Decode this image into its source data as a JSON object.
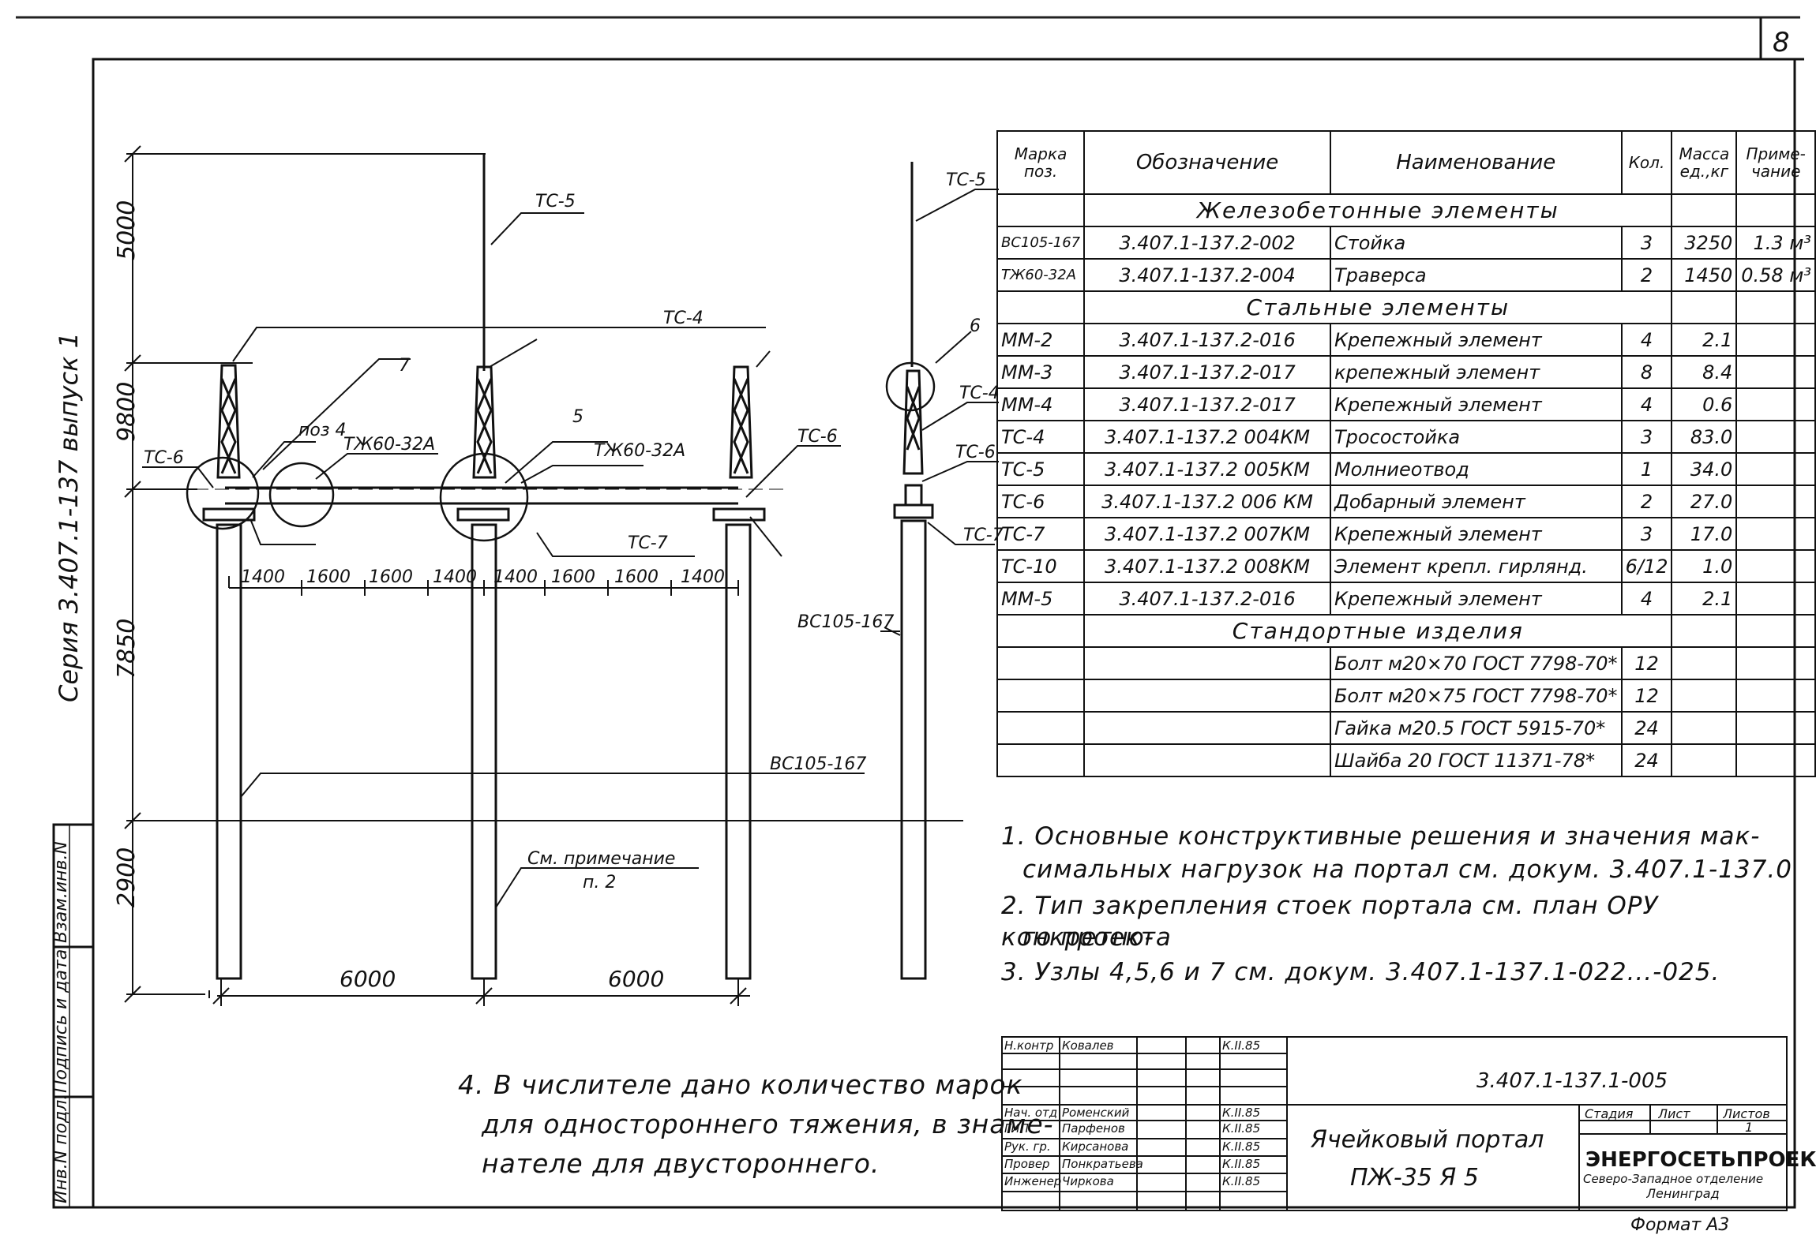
{
  "sheet_number": "8",
  "series_label": "Серия  3.407.1-137 выпуск 1",
  "side_stamp": [
    "Инв.N подл.",
    "Подпись и дата",
    "Взам.инв.N"
  ],
  "dimensions": {
    "vertical": [
      "5000",
      "9800",
      "7850",
      "2900"
    ],
    "spans": [
      "6000",
      "6000"
    ],
    "spacing": [
      "1400",
      "1600",
      "1600",
      "1400",
      "1400",
      "1600",
      "1600",
      "1400"
    ]
  },
  "callouts": {
    "tc5_front": "ТС-5",
    "tc4_front": "ТС-4",
    "node7": "7",
    "node5": "5",
    "pos4": "поз 4",
    "beam_left": "ТЖ60-32А",
    "beam_right": "ТЖ60-32А",
    "tc6_left": "ТС-6",
    "tc6_right": "ТС-6",
    "tc7_front": "ТС-7",
    "bc_front": "ВС105-167",
    "see_note": "См. примечание",
    "see_note_p": "п. 2",
    "tc5_side": "ТС-5",
    "node6": "6",
    "tc4_side": "ТС-4",
    "tc6_side": "ТС-6",
    "tc7_side": "ТС-7",
    "bc_side": "ВС105-167"
  },
  "spec_table": {
    "headers": [
      "Марка поз.",
      "Обозначение",
      "Наименование",
      "Кол.",
      "Масса ед.,кг",
      "Приме-чание"
    ],
    "groups": {
      "concrete": "Железобетонные элементы",
      "steel": "Стальные элементы",
      "standard": "Стандортные изделия"
    },
    "concrete_rows": [
      [
        "ВС105-167",
        "3.407.1-137.2-002",
        "Стойка",
        "3",
        "3250",
        "1.3 м³"
      ],
      [
        "ТЖ60-32А",
        "3.407.1-137.2-004",
        "Траверса",
        "2",
        "1450",
        "0.58 м³"
      ]
    ],
    "steel_rows": [
      [
        "ММ-2",
        "3.407.1-137.2-016",
        "Крепежный элемент",
        "4",
        "2.1",
        ""
      ],
      [
        "ММ-3",
        "3.407.1-137.2-017",
        "крепежный элемент",
        "8",
        "8.4",
        ""
      ],
      [
        "ММ-4",
        "3.407.1-137.2-017",
        "Крепежный элемент",
        "4",
        "0.6",
        ""
      ],
      [
        "ТС-4",
        "3.407.1-137.2 004КМ",
        "Тросостойка",
        "3",
        "83.0",
        ""
      ],
      [
        "ТС-5",
        "3.407.1-137.2 005КМ",
        "Молниеотвод",
        "1",
        "34.0",
        ""
      ],
      [
        "ТС-6",
        "3.407.1-137.2 006 КМ",
        "Добарный элемент",
        "2",
        "27.0",
        ""
      ],
      [
        "ТС-7",
        "3.407.1-137.2 007КМ",
        "Крепежный элемент",
        "3",
        "17.0",
        ""
      ],
      [
        "ТС-10",
        "3.407.1-137.2 008КМ",
        "Элемент крепл. гирлянд.",
        "6/12",
        "1.0",
        ""
      ],
      [
        "ММ-5",
        "3.407.1-137.2-016",
        "Крепежный элемент",
        "4",
        "2.1",
        ""
      ]
    ],
    "standard_rows": [
      [
        "",
        "",
        "Болт м20×70 ГОСТ 7798-70*",
        "12",
        "",
        ""
      ],
      [
        "",
        "",
        "Болт м20×75 ГОСТ 7798-70*",
        "12",
        "",
        ""
      ],
      [
        "",
        "",
        "Гайка м20.5 ГОСТ 5915-70*",
        "24",
        "",
        ""
      ],
      [
        "",
        "",
        "Шайба 20 ГОСТ 11371-78*",
        "24",
        "",
        ""
      ]
    ]
  },
  "notes": {
    "n1a": "1. Основные конструктивные решения и значения мак-",
    "n1b": "симальных нагрузок на портал см. докум. 3.407.1-137.0",
    "n2a": "2. Тип закрепления стоек портала см. план ОРУ конкретно-",
    "n2b": "го проекта",
    "n3": "3. Узлы 4,5,6 и 7 см. докум. 3.407.1-137.1-022...-025.",
    "n4a": "4. В числителе дано количество марок",
    "n4b": "для одностороннего тяжения, в знаме-",
    "n4c": "нателе для двустороннего."
  },
  "stamp": {
    "doc_code": "3.407.1-137.1-005",
    "title_1": "Ячейковый портал",
    "title_2": "ПЖ-35 Я 5",
    "stage": "Стадия",
    "sheet": "Лист",
    "sheets": "Листов",
    "sheets_value": "1",
    "org_1": "ЭНЕРГОСЕТЬПРОЕКТ",
    "org_2": "Северо-Западное отделение",
    "org_3": "Ленинград",
    "format": "Формат А3",
    "people": [
      {
        "role": "Н.контр",
        "name": "Ковалев",
        "date": "К.II.85"
      },
      {
        "role": "Нач. отд",
        "name": "Роменский",
        "date": "К.II.85"
      },
      {
        "role": "ГИП",
        "name": "Парфенов",
        "date": "К.II.85"
      },
      {
        "role": "Рук. гр.",
        "name": "Кирсанова",
        "date": "К.II.85"
      },
      {
        "role": "Провер",
        "name": "Понкратьева",
        "date": "К.II.85"
      },
      {
        "role": "Инженер",
        "name": "Чиркова",
        "date": "К.II.85"
      }
    ]
  }
}
